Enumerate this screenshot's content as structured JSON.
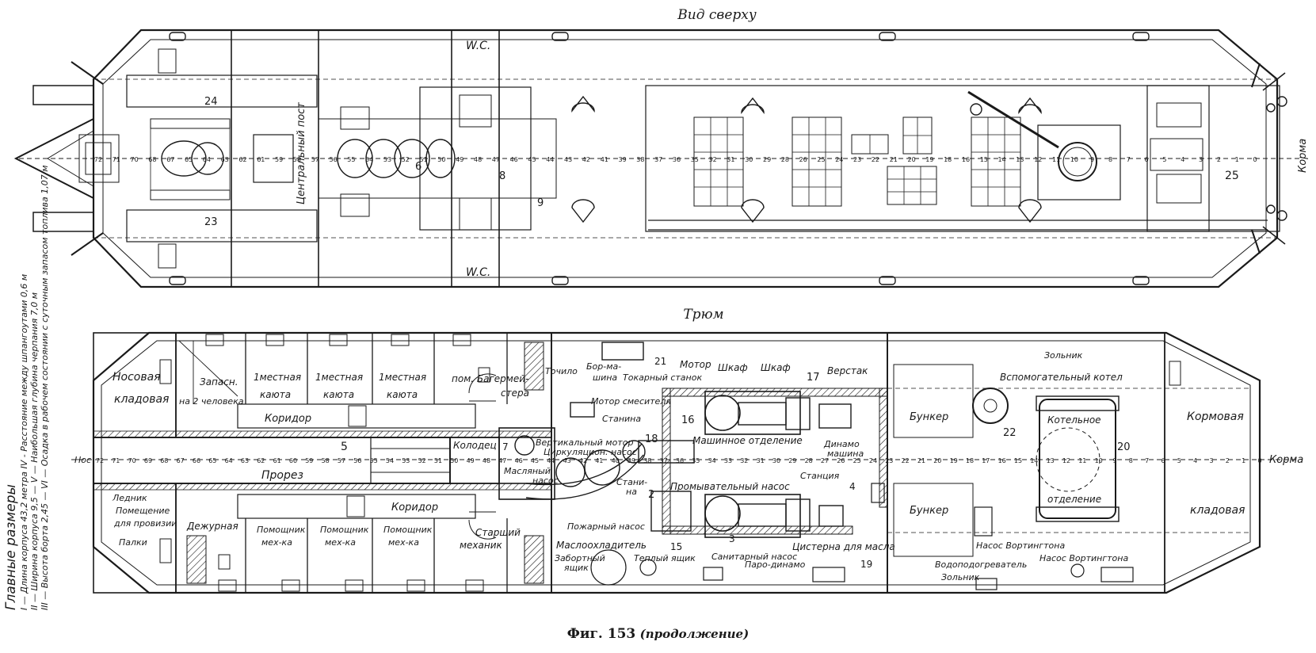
{
  "views": {
    "top_title": "Вид сверху",
    "hold_title": "Трюм"
  },
  "caption": {
    "fig": "Фиг. 153",
    "cont": "(продолжение)"
  },
  "dimensions": {
    "heading": "Главные размеры",
    "rows": [
      "I — Длина корпуса 43,2 метра  IV - Расстояние между шпангоутами 0,6 м",
      "II — Ширина корпуса 9,5  —  V — Наибольшая глубина черпания 7,0 м",
      "III — Высота борта 2,45 —  VI — Осадка в рабочем состоянии с суточным запасом топлива 1,07 м"
    ]
  },
  "top_labels": {
    "wc_top": "W.C.",
    "wc_bottom": "W.C.",
    "central_post": "Центральный пост",
    "stern": "Корма"
  },
  "top_numbers": [
    "24",
    "23",
    "6",
    "8",
    "9",
    "25",
    "10",
    "11",
    "12",
    "13",
    "14",
    "15",
    "1",
    "2",
    "3",
    "4",
    "5",
    "6",
    "7",
    "8",
    "9"
  ],
  "top_frames": [
    "72",
    "71",
    "70",
    "68",
    "67",
    "65",
    "64",
    "63",
    "62",
    "61",
    "59",
    "58",
    "57",
    "56",
    "55",
    "54",
    "53",
    "52",
    "51",
    "50",
    "49",
    "48",
    "47",
    "46",
    "45",
    "44",
    "43",
    "42",
    "41",
    "39",
    "38",
    "37",
    "36",
    "35",
    "32",
    "31",
    "30",
    "29",
    "28",
    "26",
    "25",
    "24",
    "23",
    "22",
    "21",
    "20",
    "19",
    "18",
    "16",
    "15",
    "14",
    "13",
    "12",
    "11",
    "10",
    "9",
    "8",
    "7",
    "6",
    "5",
    "4",
    "3",
    "2",
    "1",
    "0"
  ],
  "hold_frames": [
    "72",
    "71",
    "70",
    "69",
    "68",
    "67",
    "66",
    "65",
    "64",
    "63",
    "62",
    "61",
    "60",
    "59",
    "58",
    "57",
    "56",
    "55",
    "54",
    "53",
    "52",
    "51",
    "50",
    "49",
    "48",
    "47",
    "46",
    "45",
    "44",
    "43",
    "42",
    "41",
    "40",
    "39",
    "38",
    "37",
    "36",
    "35",
    "34",
    "33",
    "32",
    "31",
    "30",
    "29",
    "28",
    "27",
    "26",
    "25",
    "24",
    "23",
    "22",
    "21",
    "20",
    "19",
    "18",
    "17",
    "16",
    "15",
    "14",
    "13",
    "12",
    "11",
    "10",
    "9",
    "8",
    "7",
    "6",
    "5",
    "4",
    "3",
    "2",
    "1",
    "0"
  ],
  "hold_labels": {
    "nos": "Нос",
    "korma": "Корма",
    "nosovaya": "Носовая",
    "kladovaya": "кладовая",
    "zapasn": "Запасн.",
    "na2": "на 2 человека",
    "m1_a": "1местная",
    "m1_b": "1местная",
    "m1_c": "1местная",
    "kayuta_a": "каюта",
    "kayuta_b": "каюта",
    "kayuta_c": "каюта",
    "koridor_top": "Коридор",
    "pom_bager": "пом. Багермей-",
    "stera": "стера",
    "n5": "5",
    "prorez": "Прорез",
    "kolodets": "Колодец",
    "lednik": "Ледник",
    "pomeshchenie": "Помещение",
    "dlya_provizii": "для провизии",
    "palki": "Палки",
    "dezhurnaya": "Дежурная",
    "pomoshchnik_a": "Помощник",
    "pomoshchnik_b": "Помощник",
    "pomoshchnik_c": "Помощник",
    "mekh_a": "мех-ка",
    "mekh_b": "мех-ка",
    "mekh_c": "мех-ка",
    "koridor_bottom": "Коридор",
    "starshiy": "Старший",
    "mekhanik": "механик",
    "tochilo": "Точило",
    "bormashina_a": "Бор-ма-",
    "bormashina_b": "шина",
    "tokarny": "Токарный станок",
    "motor": "Мотор",
    "shkaf_a": "Шкаф",
    "shkaf_b": "Шкаф",
    "verstak": "Верстак",
    "zolnik_top": "Зольник",
    "vspom_kotel": "Вспомогательный котел",
    "motor_smes": "Мотор смесителя",
    "stanina_top": "Станина",
    "vert_motor": "Вертикальный мотор",
    "tsirk_nasos": "Циркуляцион. насос",
    "maslyany_a": "Масляный",
    "maslyany_b": "насос",
    "stanina_bottom_a": "Стани-",
    "stanina_bottom_b": "на",
    "mash_otd": "Машинное отделение",
    "dinamo_a": "Динамо",
    "dinamo_b": "машина",
    "stantsiya": "Станция",
    "promyv_nasos": "Промывательный насос",
    "pozharny": "Пожарный насос",
    "maslo_ohl": "Маслоохладитель",
    "zabortny_a": "Заборт­ный",
    "zabortny_b": "ящик",
    "tepl_yashchik": "Теплый ящик",
    "sanit_nasos": "Санитарный насос",
    "paro_dinamo": "Паро-динамо",
    "tsisterna": "Цистерна для масла",
    "bunker_a": "Бункер",
    "bunker_b": "Бункер",
    "kotelnoe_a": "Котельное",
    "kotelnoe_b": "отделение",
    "kormovaya": "Кормовая",
    "kladovaya_b": "кладовая",
    "nasos_vort_a": "Насос Вортингтона",
    "nasos_vort_b": "Насос Вортингтона",
    "vodopodogr": "Водоподогреватель",
    "zolnik_bottom": "Зольник"
  },
  "hold_numbers": [
    "21",
    "16",
    "17",
    "18",
    "7",
    "2",
    "3",
    "15",
    "19",
    "22",
    "20",
    "4",
    "36",
    "37",
    "38",
    "48",
    "44",
    "42",
    "43",
    "45"
  ]
}
